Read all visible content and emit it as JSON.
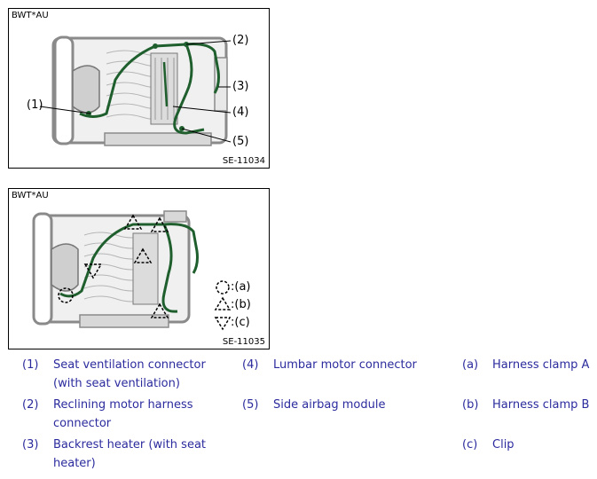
{
  "figure1": {
    "tag": "BWT*AU",
    "id": "SE-11034",
    "callouts": [
      "(1)",
      "(2)",
      "(3)",
      "(4)",
      "(5)"
    ]
  },
  "figure2": {
    "tag": "BWT*AU",
    "id": "SE-11035",
    "symbols": [
      ":(a)",
      ":(b)",
      ":(c)"
    ]
  },
  "legend": [
    {
      "num": "(1)",
      "lines": [
        "Seat ventilation connector",
        "(with seat ventilation)"
      ]
    },
    {
      "num": "(2)",
      "lines": [
        "Reclining motor harness",
        "connector"
      ]
    },
    {
      "num": "(3)",
      "lines": [
        "Backrest heater (with seat",
        "heater)"
      ]
    },
    {
      "num": "(4)",
      "lines": [
        "Lumbar motor connector"
      ]
    },
    {
      "num": "(5)",
      "lines": [
        "Side airbag module"
      ]
    },
    {
      "num": "(a)",
      "lines": [
        "Harness clamp A"
      ]
    },
    {
      "num": "(b)",
      "lines": [
        "Harness clamp B"
      ]
    },
    {
      "num": "(c)",
      "lines": [
        "Clip"
      ]
    }
  ],
  "colors": {
    "harness": "#1f5f2e",
    "frame": "#8a8a8a",
    "legend_text": "#2b2b9e"
  }
}
